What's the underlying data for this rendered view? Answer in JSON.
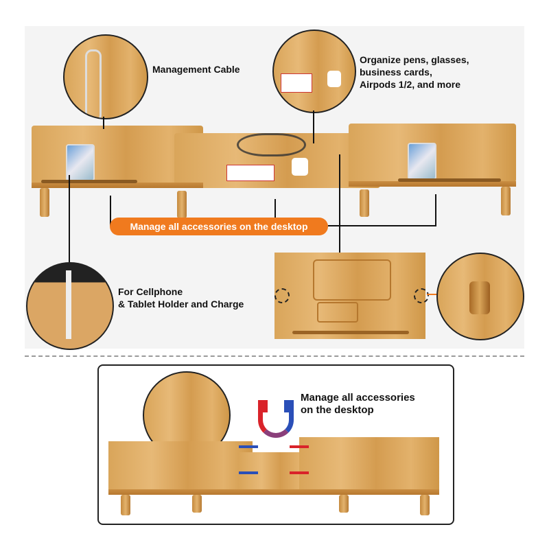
{
  "callouts": {
    "cable": "Management Cable",
    "organize": [
      "Organize pens, glasses,",
      "business cards,",
      "Airpods 1/2, and more"
    ],
    "banner": "Manage all accessories on the desktop",
    "phone": [
      "For Cellphone",
      "& Tablet Holder and Charge"
    ],
    "magnet": [
      "Manage all accessories",
      "on the desktop"
    ]
  },
  "colors": {
    "banner": "#f07a1e",
    "wood": "#e0ad67",
    "magnet_red": "#d9232a",
    "magnet_blue": "#2a4fb8"
  }
}
